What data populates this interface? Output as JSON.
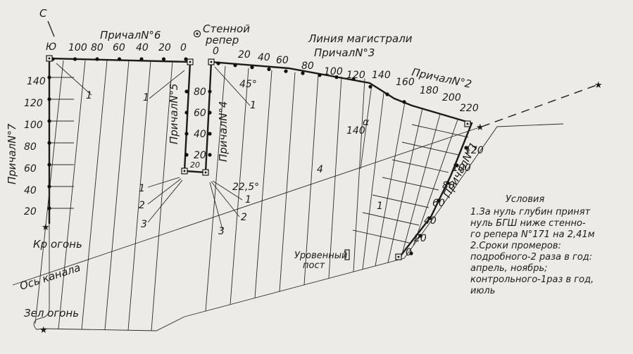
{
  "north": "С",
  "south": "Ю",
  "berths": {
    "b6": "ПричалN°6",
    "b5": "ПричалN°5",
    "b4": "ПричалN°4",
    "b3": "ПричалN°3",
    "b2": "ПричалN°2",
    "b7": "ПричалN°7",
    "b1": "ПричалN°1"
  },
  "benchmark": [
    "Стенной",
    "репер"
  ],
  "trunk_line": "Линия магистрали",
  "canal_axis": "Ось канала",
  "red_light": "Кр огонь",
  "green_light": "Зел огонь",
  "water_gauge": [
    "Уровенный",
    "пост"
  ],
  "top_ticks": [
    "100",
    "80",
    "60",
    "40",
    "20",
    "0"
  ],
  "trunk_ticks": [
    "0",
    "20",
    "40",
    "60",
    "80",
    "100",
    "120",
    "140",
    "160",
    "180",
    "200",
    "220"
  ],
  "left_ticks": [
    "140",
    "120",
    "100",
    "80",
    "60",
    "40",
    "20"
  ],
  "b5_ticks": [
    "80",
    "60",
    "40",
    "20"
  ],
  "b5_bottom": "20",
  "b1_ticks": [
    "120",
    "100",
    "80",
    "60",
    "40",
    "20",
    "0"
  ],
  "angle_45": "45°",
  "angle_22": "22,5°",
  "label_140": "140",
  "marks": {
    "one": "1",
    "two": "2",
    "three": "3",
    "alpha": "α",
    "four": "4"
  },
  "notes": {
    "title": "Условия",
    "lines": [
      "1.За нуль глубин принят",
      "нуль БГШ ниже стенно-",
      "го репера N°171 на 2,41м",
      "2.Сроки промеров:",
      "подробного-2 раза в год:",
      "апрель, ноябрь;",
      "контрольного-1раз в год,",
      "июль"
    ]
  }
}
